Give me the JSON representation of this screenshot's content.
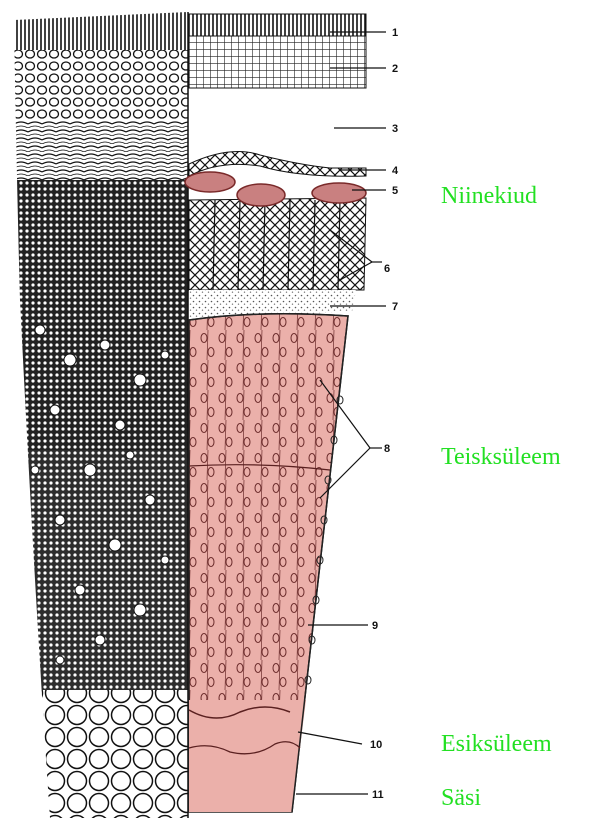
{
  "figure": {
    "layer_numbers": [
      "1",
      "2",
      "3",
      "4",
      "5",
      "6",
      "7",
      "8",
      "9",
      "10",
      "11"
    ],
    "labels": [
      {
        "id": "niinekiud",
        "text": "Niinekiud"
      },
      {
        "id": "teiskuleem",
        "text": "Teisksüleem"
      },
      {
        "id": "esiksuleem",
        "text": "Esiksüleem"
      },
      {
        "id": "sasi",
        "text": "Säsi"
      }
    ],
    "colors": {
      "label_text": "#22e022",
      "highlight_fill": "#ebb0aa",
      "highlight_dark": "#b06060",
      "ink": "#111111"
    }
  }
}
